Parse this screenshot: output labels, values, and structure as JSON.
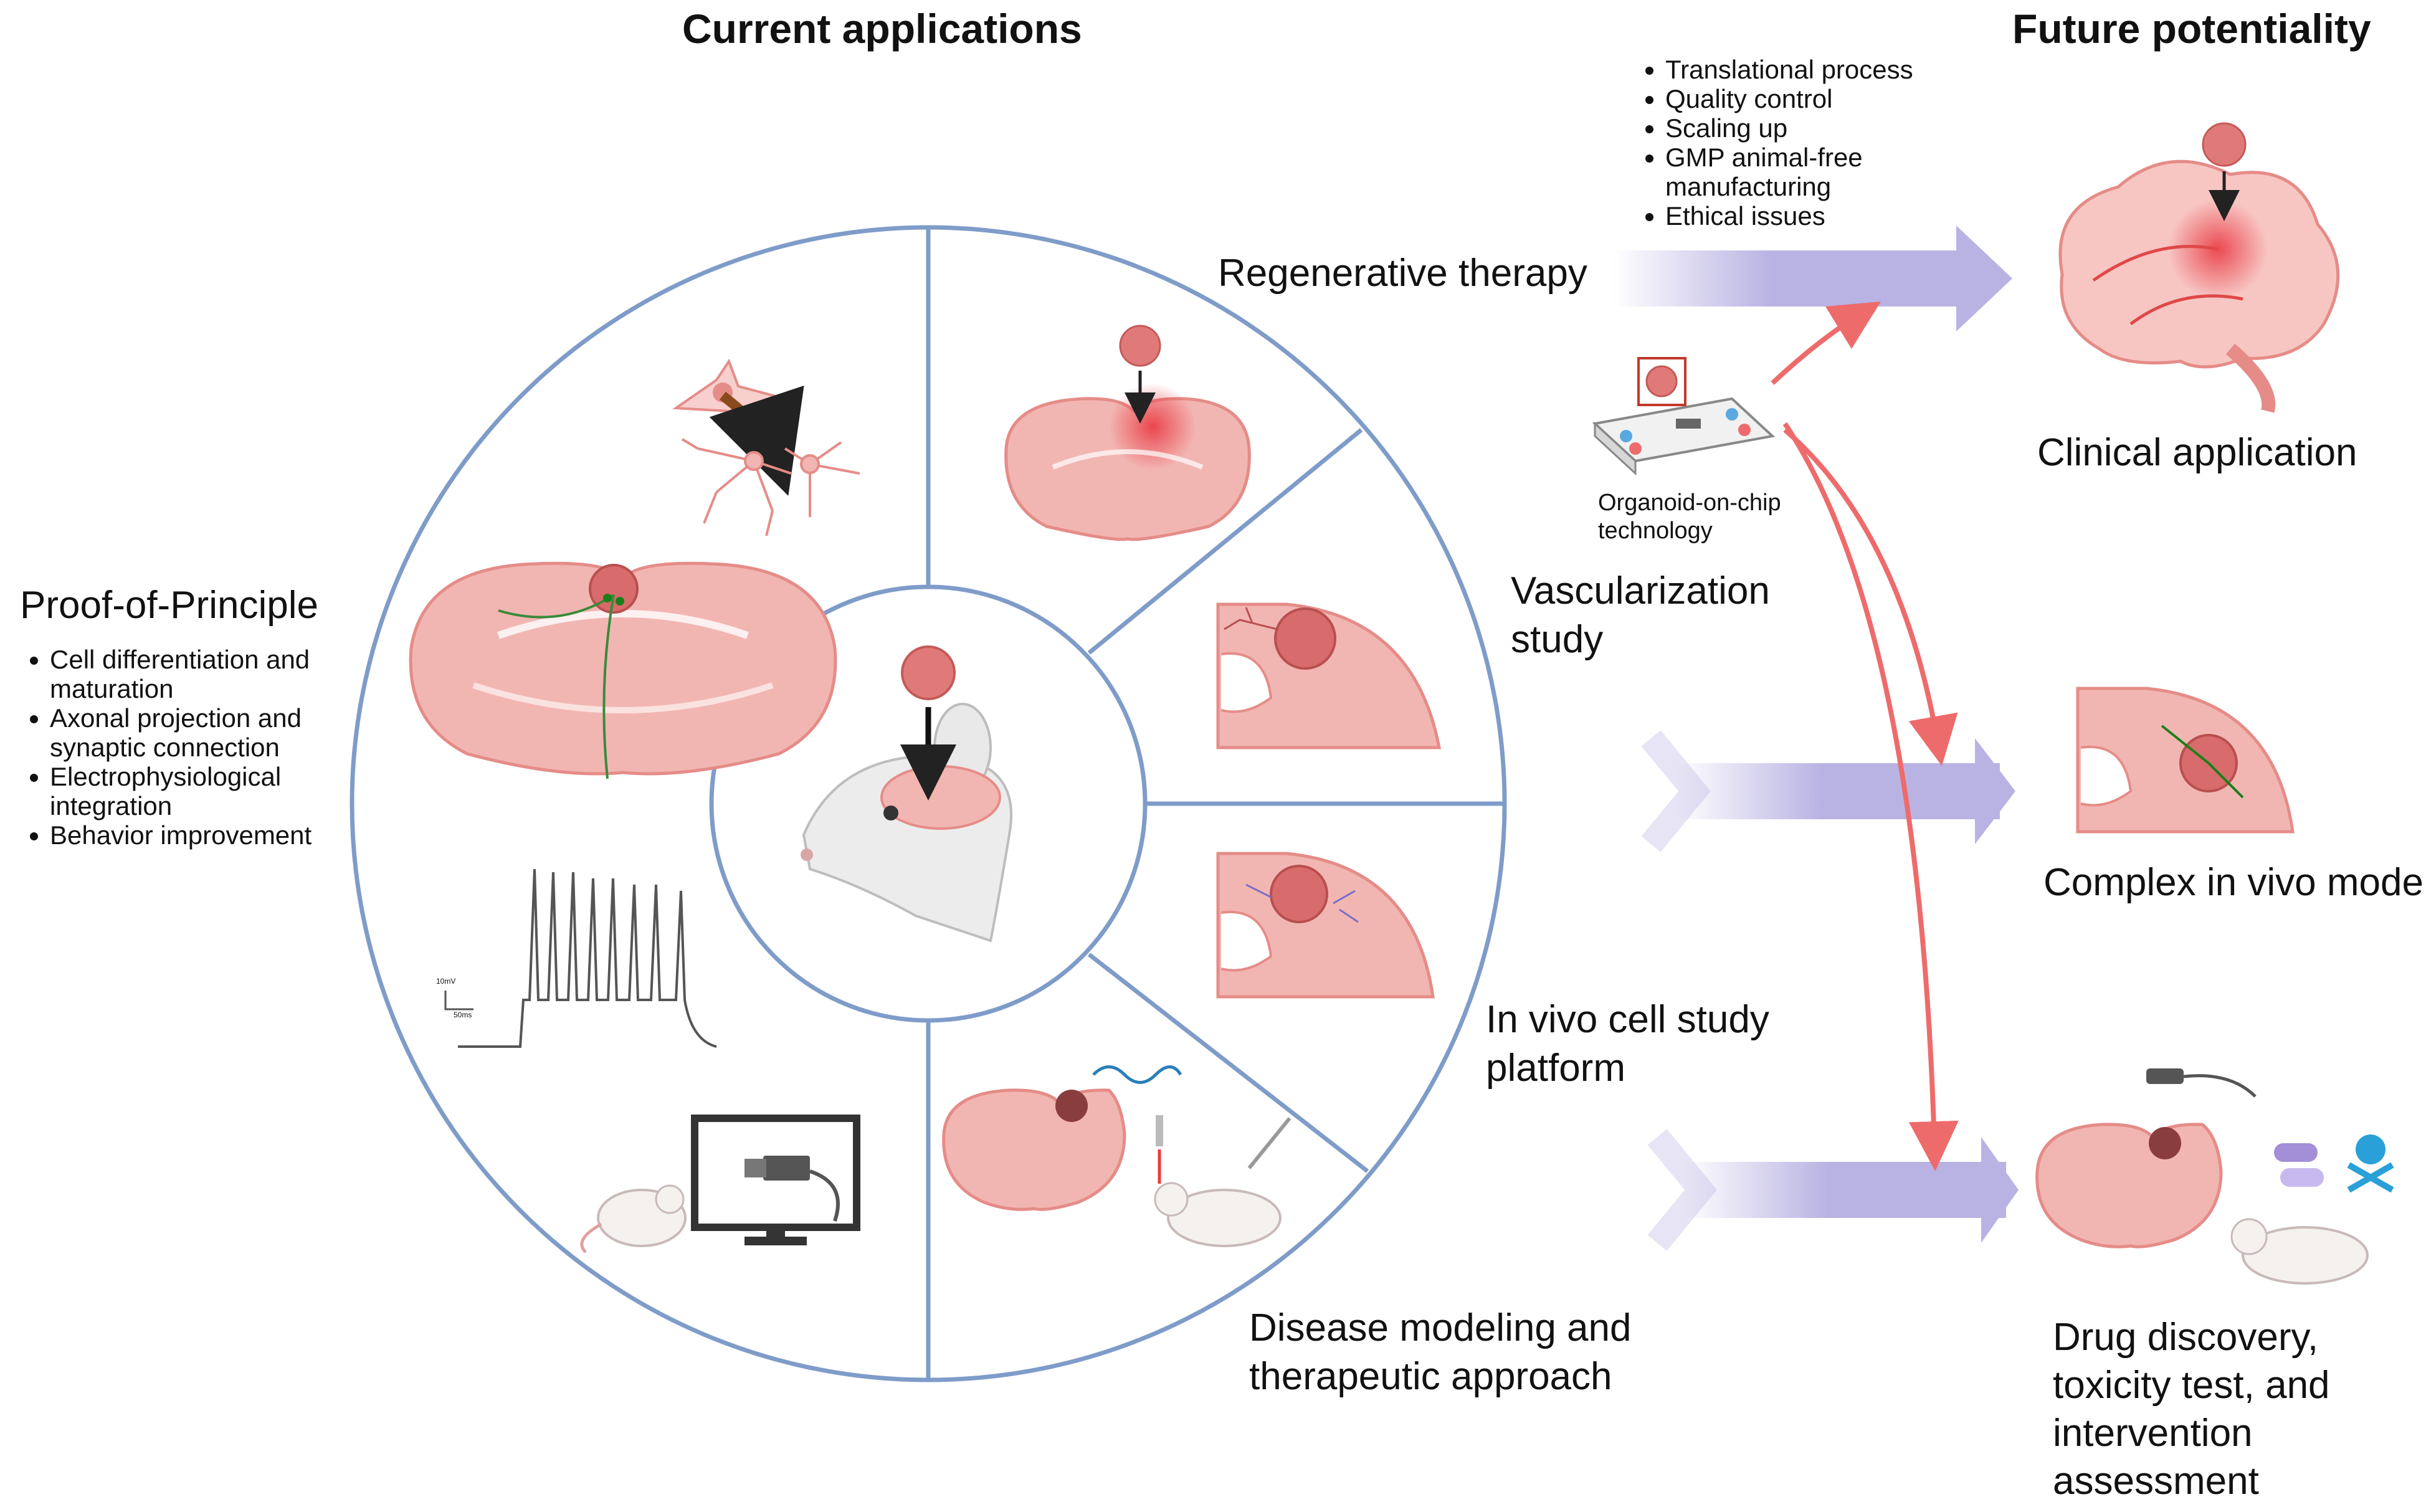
{
  "headings": {
    "current": "Current applications",
    "future": "Future potentiality"
  },
  "proof": {
    "title": "Proof-of-Principle",
    "bullets": [
      "Cell differentiation and maturation",
      "Axonal projection and synaptic connection",
      "Electrophysiological integration",
      "Behavior improvement"
    ]
  },
  "translational": {
    "bullets": [
      "Translational process",
      "Quality control",
      "Scaling up",
      "GMP animal-free manufacturing",
      "Ethical issues"
    ]
  },
  "applications": {
    "regenerative": "Regenerative therapy",
    "vascularization_1": "Vascularization",
    "vascularization_2": "study",
    "invivo_1": "In vivo cell study",
    "invivo_2": "platform",
    "disease_1": "Disease modeling and",
    "disease_2": "therapeutic approach"
  },
  "chip": {
    "line1": "Organoid-on-chip",
    "line2": "technology"
  },
  "outcomes": {
    "clinical": "Clinical application",
    "complex": "Complex in vivo model",
    "drug_1": "Drug discovery,",
    "drug_2": "toxicity test, and",
    "drug_3": "intervention",
    "drug_4": "assessment"
  },
  "trace_scale": {
    "v": "10mV",
    "t": "50ms"
  },
  "colors": {
    "ring": "#7f9cc9",
    "tissue": "#f2b6b2",
    "tissue_dark": "#e58c88",
    "organoid": "#d86b6b",
    "arrow_band": "#b9b3e3",
    "red_arrow": "#ee6b6b"
  }
}
